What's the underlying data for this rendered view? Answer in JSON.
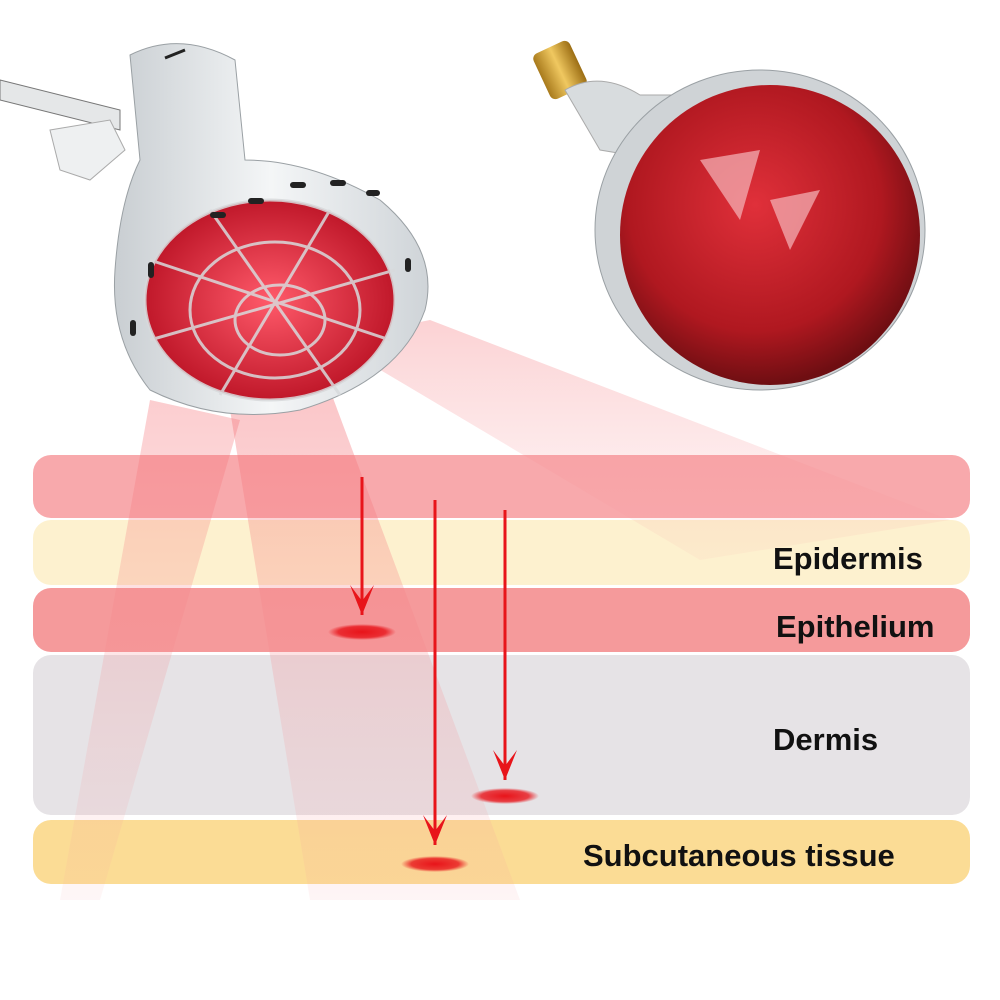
{
  "layers": [
    {
      "name": "",
      "color": "#f8a9ac"
    },
    {
      "name": "Epidermis",
      "color": "#fdf1cf"
    },
    {
      "name": "Epithelium",
      "color": "#f59a9b"
    },
    {
      "name": "Dermis",
      "color": "#e6e3e6"
    },
    {
      "name": "Subcutaneous tissue",
      "color": "#fbdc95"
    }
  ],
  "labels": {
    "epidermis": "Epidermis",
    "epithelium": "Epithelium",
    "dermis": "Dermis",
    "subcutaneous": "Subcutaneous tissue"
  },
  "colors": {
    "arrow": "#e8141a",
    "bulb": "#b01820",
    "lamp_shell": "#e8ecef"
  }
}
